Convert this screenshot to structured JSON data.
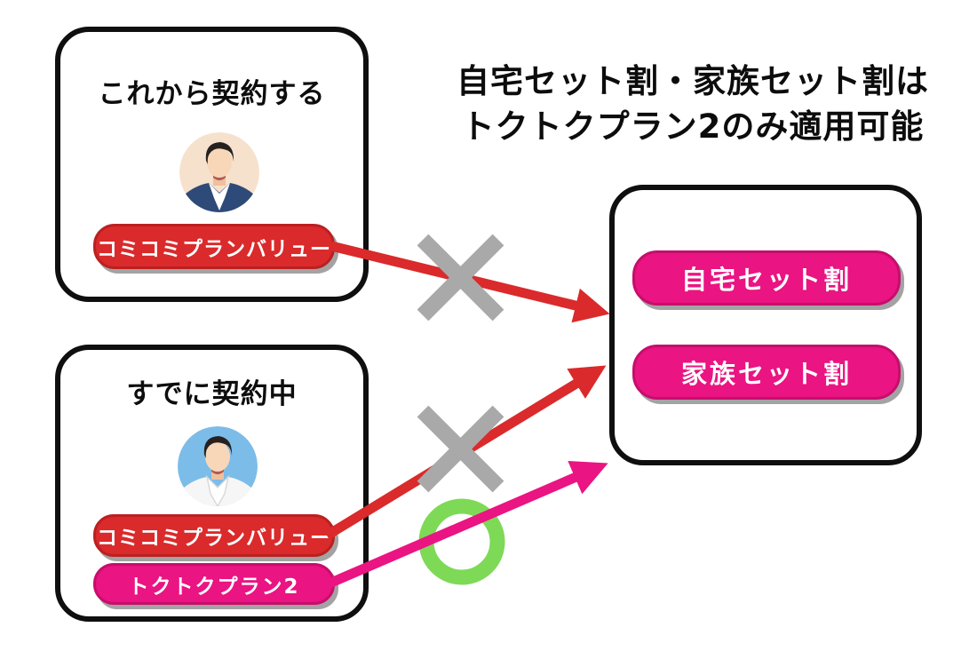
{
  "headline": {
    "line1": "自宅セット割・家族セット割は",
    "line2": "トクトクプラン2のみ適用可能"
  },
  "new_contract_card": {
    "title": "これから契約する",
    "plan_label": "コミコミプランバリュー"
  },
  "current_contract_card": {
    "title": "すでに契約中",
    "plan1_label": "コミコミプランバリュー",
    "plan2_label": "トクトクプラン2"
  },
  "discount_card": {
    "home_label": "自宅セット割",
    "family_label": "家族セット割"
  },
  "connections": [
    {
      "from": "コミコミプランバリュー (これから契約する)",
      "to": "自宅セット割・家族セット割",
      "mark": "×",
      "allowed": false
    },
    {
      "from": "コミコミプランバリュー (すでに契約中)",
      "to": "自宅セット割・家族セット割",
      "mark": "×",
      "allowed": false
    },
    {
      "from": "トクトクプラン2 (すでに契約中)",
      "to": "自宅セット割・家族セット割",
      "mark": "○",
      "allowed": true
    }
  ],
  "colors": {
    "red": "#da2a2b",
    "pink": "#ea1482",
    "cross_gray": "#a9a9a9",
    "circle_green": "#7ed957",
    "card_border": "#0f0f0f",
    "avatar_bg_new": "#f6e1cd",
    "avatar_bg_current": "#7cbce8",
    "jacket_navy": "#2e4a78",
    "shadow_gray": "#a3a3a3"
  }
}
